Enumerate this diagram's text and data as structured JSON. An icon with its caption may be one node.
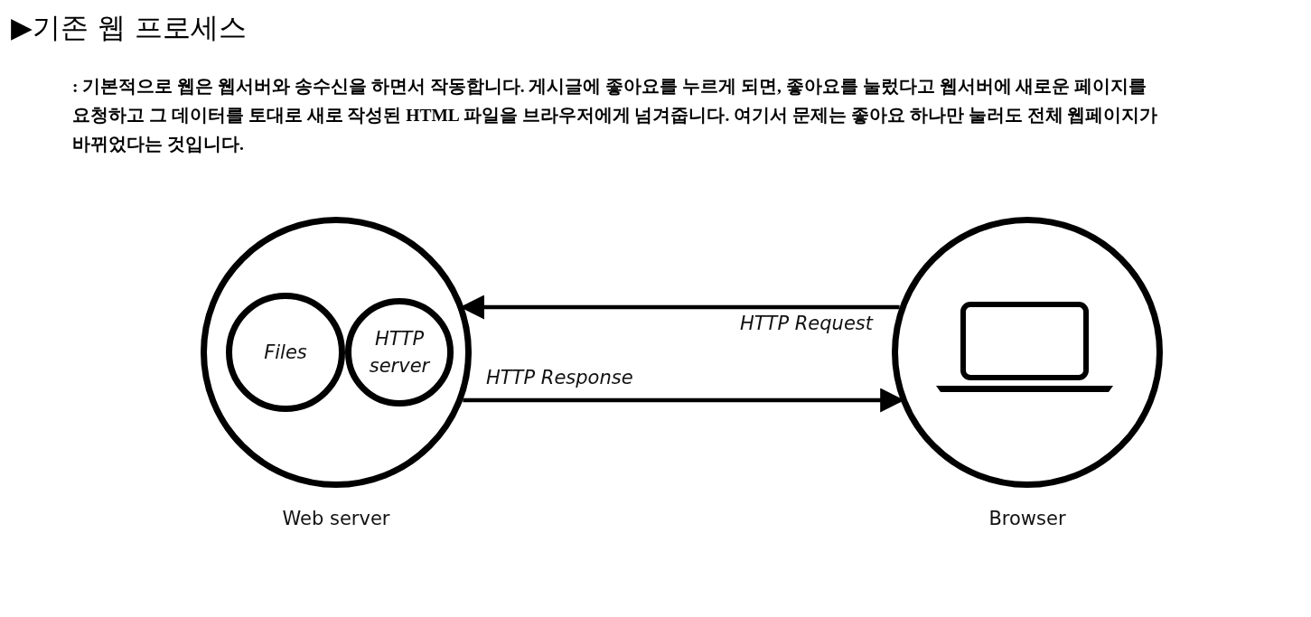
{
  "diagram": {
    "title": "▶기존 웹 프로세스",
    "nodes": [
      {
        "text": [],
        "shape": "circle",
        "beside": [
          "Web server"
        ]
      },
      {
        "text": [
          "Files"
        ],
        "in": 0
      },
      {
        "text": [
          "HTTP server"
        ],
        "in": 0
      },
      {
        "text": [],
        "shape": "circle",
        "beside": [
          "Browser"
        ]
      }
    ],
    "edges": [
      {
        "from": 3,
        "to": 0,
        "arrow": "to",
        "label": "HTTP Request"
      },
      {
        "from": 0,
        "to": 3,
        "arrow": "to",
        "label": "HTTP Response"
      }
    ],
    "labels": [
      ": 기본적으로 웹은 웹서버와 송수신을 하면서 작동합니다. 게시글에 좋아요를 누르게 되면, 좋아요를 눌렀다고 웹서버에 새로운 페이지를 요청하고 그 데이터를 토대로 새로 작성된 HTML 파일을 브라우저에게 넘겨줍니다. 여기서 문제는 좋아요 하나만 눌러도 전체 웹페이지가 바뀌었다는 것입니다."
    ]
  }
}
